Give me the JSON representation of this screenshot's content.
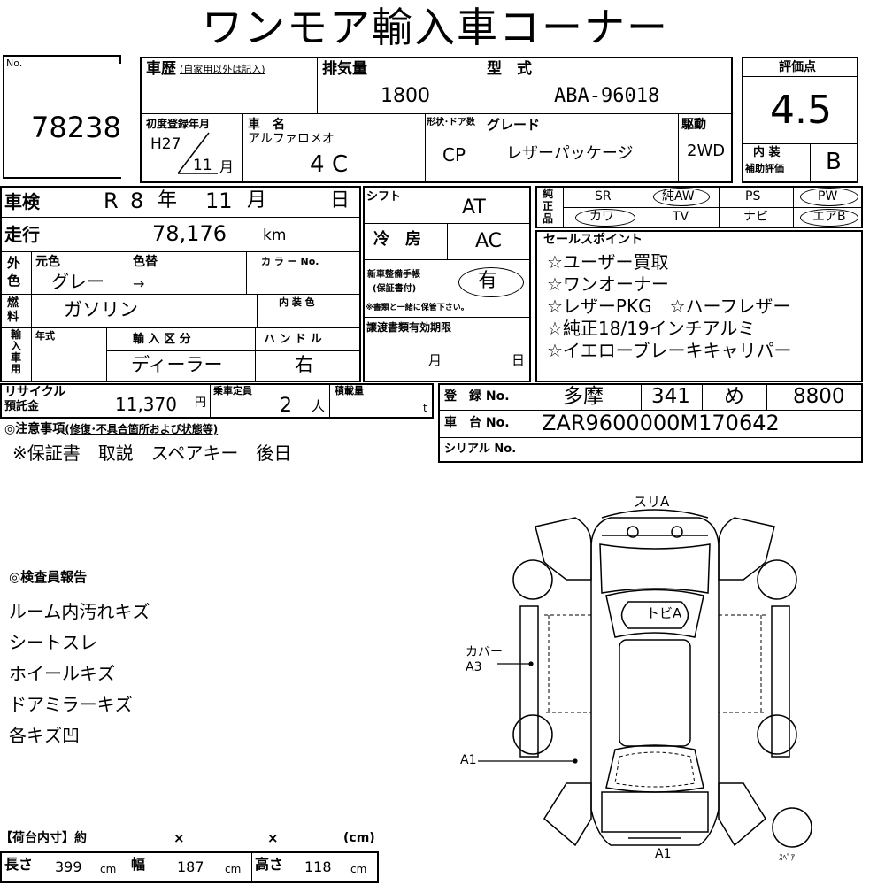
{
  "title": "ワンモア輸入車コーナー",
  "lot": {
    "label": "No.",
    "value": "78238"
  },
  "history": {
    "label": "車歴",
    "note": "(自家用以外は記入)"
  },
  "displacement": {
    "label": "排気量",
    "value": "1800"
  },
  "model_code": {
    "label": "型　式",
    "value": "ABA-96018"
  },
  "first_reg": {
    "label": "初度登録年月",
    "year": "H27",
    "month": "11",
    "month_unit": "月"
  },
  "car_name": {
    "label": "車　名",
    "value": "アルファロメオ",
    "doors": "4",
    "doors_suffix": "C"
  },
  "shape": {
    "label": "形状･ドア数",
    "value": "CP"
  },
  "grade": {
    "label": "グレード",
    "value": "レザーパッケージ"
  },
  "drive": {
    "label": "駆動",
    "value": "2WD"
  },
  "score": {
    "label": "評価点",
    "value": "4.5",
    "interior_label_1": "内 装",
    "interior_label_2": "補助評価",
    "interior_value": "B"
  },
  "inspection": {
    "label": "車検",
    "era": "R",
    "year": "8",
    "year_unit": "年",
    "month": "11",
    "month_unit": "月",
    "day_unit": "日"
  },
  "shift": {
    "label": "シフト",
    "value": "AT"
  },
  "mileage": {
    "label": "走行",
    "value": "78,176",
    "unit": "km"
  },
  "ac": {
    "label": "冷　房",
    "value": "AC"
  },
  "color": {
    "label_1": "外",
    "label_2": "色",
    "orig_label": "元色",
    "change_label": "色替",
    "orig_value": "グレー",
    "change_value": "→",
    "code_label": "カ ラ ー No."
  },
  "fuel": {
    "label_1": "燃",
    "label_2": "料",
    "value": "ガソリン",
    "interior_color_label": "内 装 色"
  },
  "manual": {
    "label_1": "新車整備手帳",
    "label_2": "(保証書付)",
    "value": "有",
    "note": "※書類と一緒に保管下さい。"
  },
  "genuine": {
    "label": "純正品",
    "row1": [
      "SR",
      "純AW",
      "PS",
      "PW"
    ],
    "row2": [
      "カワ",
      "TV",
      "ナビ",
      "エアB"
    ]
  },
  "sales_points": {
    "label": "セールスポイント",
    "lines": [
      "☆ユーザー買取",
      "☆ワンオーナー",
      "☆レザーPKG　☆ハーフレザー",
      "☆純正18/19インチアルミ",
      "☆イエローブレーキキャリパー"
    ]
  },
  "import": {
    "label_chars": [
      "輸",
      "入",
      "車",
      "用"
    ],
    "year_label": "年式",
    "kind_label": "輸 入 区 分",
    "kind_value": "ディーラー",
    "handle_label": "ハ ン ド ル",
    "handle_value": "右"
  },
  "transfer": {
    "label": "譲渡書類有効期限",
    "month_unit": "月",
    "day_unit": "日"
  },
  "recycle": {
    "label_1": "リサイクル",
    "label_2": "預託金",
    "value": "11,370",
    "unit": "円"
  },
  "capacity": {
    "label": "乗車定員",
    "value": "2",
    "unit": "人"
  },
  "load": {
    "label": "積載量",
    "unit": "t"
  },
  "registration": {
    "label": "登　録 No.",
    "region": "多摩",
    "class": "341",
    "kana": "め",
    "number": "8800"
  },
  "chassis": {
    "label": "車　台 No.",
    "value": "ZAR9600000M170642"
  },
  "serial": {
    "label": "シリアル No."
  },
  "notes": {
    "label": "◎注意事項",
    "label_note": "(修復･不具合箇所および状態等)",
    "value": "※保証書　取説　スペアキー　後日"
  },
  "inspector": {
    "label": "◎検査員報告",
    "lines": [
      "ルーム内汚れキズ",
      "シートスレ",
      "ホイールキズ",
      "ドアミラーキズ",
      "各キズ凹"
    ]
  },
  "cargo": {
    "header": "【荷台内寸】約",
    "x1": "×",
    "x2": "×",
    "unit": "(cm)",
    "length_label": "長さ",
    "length_value": "399",
    "width_label": "幅",
    "width_value": "187",
    "height_label": "高さ",
    "height_value": "118",
    "cm": "cm"
  },
  "diagram": {
    "top_label": "スリA",
    "roof_label": "トビA",
    "cover_label_1": "カバー",
    "cover_label_2": "A3",
    "side_label": "A1",
    "bottom_label": "A1",
    "spare_label": "ｽﾍﾟｱ"
  }
}
